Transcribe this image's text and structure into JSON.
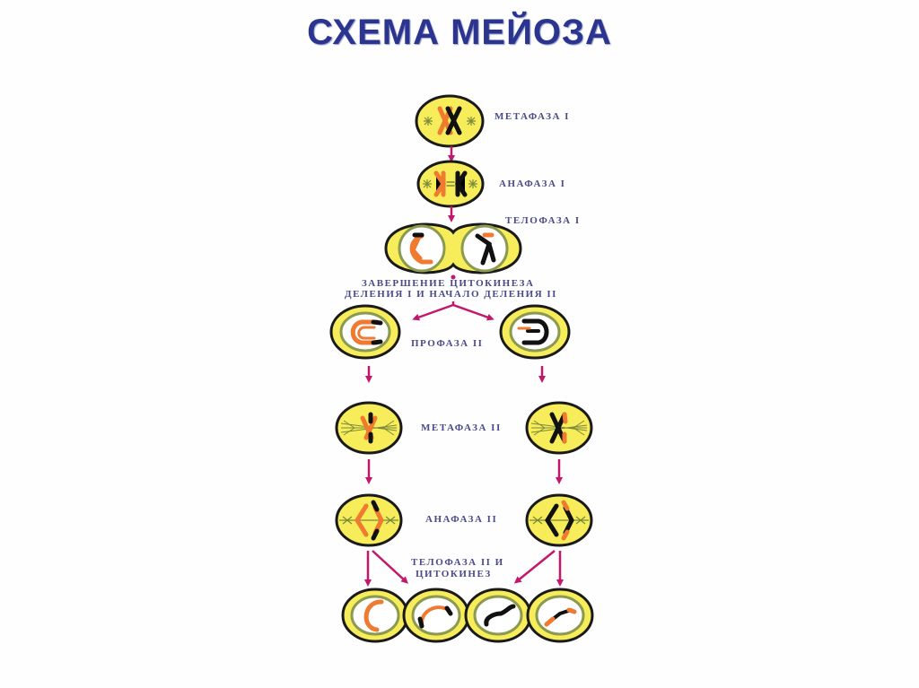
{
  "title": "СХЕМА МЕЙОЗА",
  "stages": {
    "metaphase1": "МЕТАФАЗА I",
    "anaphase1": "АНАФАЗА I",
    "telophase1": "ТЕЛОФАЗА I",
    "cytokinesis_line1": "ЗАВЕРШЕНИЕ ЦИТОКИНЕЗА",
    "cytokinesis_line2": "ДЕЛЕНИЯ I И НАЧАЛО ДЕЛЕНИЯ II",
    "prophase2": "ПРОФАЗА II",
    "metaphase2": "МЕТАФАЗА II",
    "anaphase2": "АНАФАЗА II",
    "telophase2_line1": "ТЕЛОФАЗА II  И",
    "telophase2_line2": "ЦИТОКИНЕЗ"
  },
  "colors": {
    "title": "#2b3590",
    "label": "#4a4a8a",
    "cell_fill": "#f7ec5a",
    "cell_outline": "#1a1a1a",
    "arrow": "#c2186b",
    "chromosome_maternal": "#f07a30",
    "chromosome_paternal": "#111111",
    "spindle": "#7a8a3a"
  }
}
